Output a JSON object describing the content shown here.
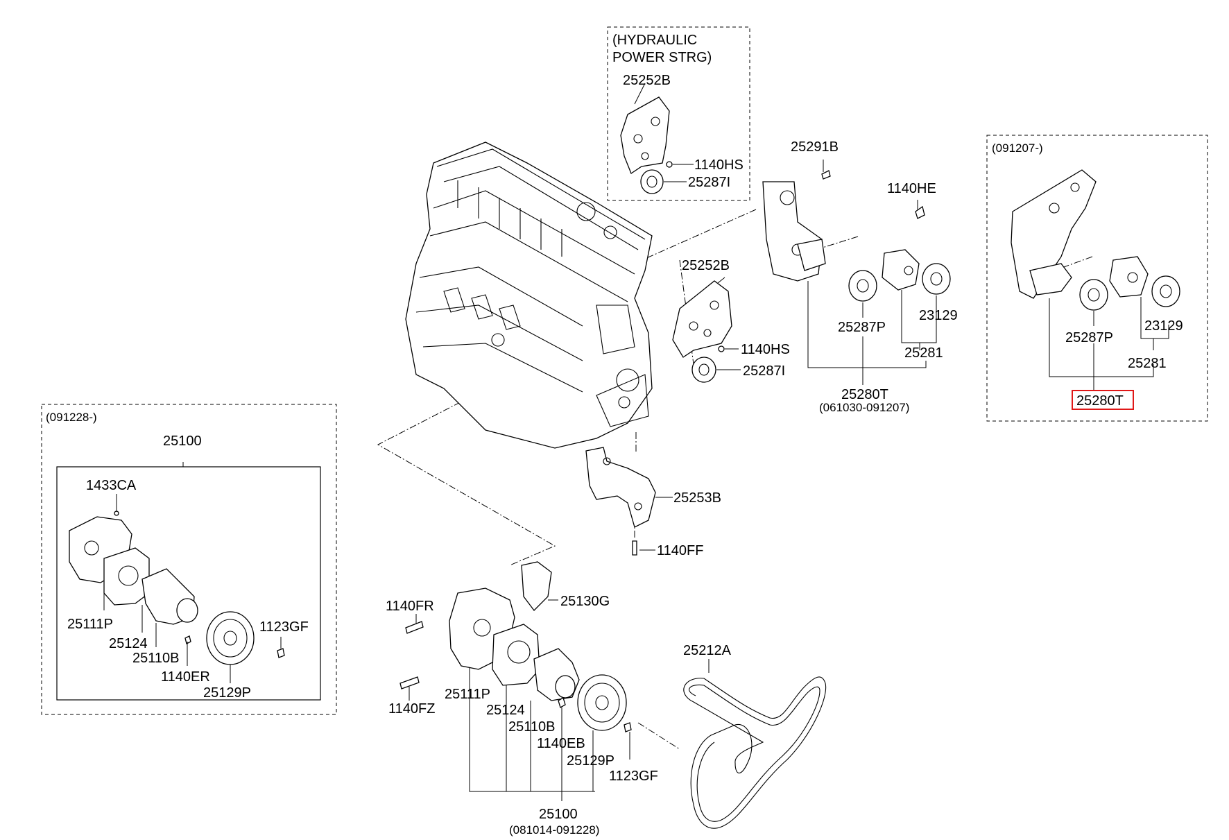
{
  "groups": {
    "power_steering": {
      "note": "(HYDRAULIC\nPOWER STRG)",
      "note_line1": "(HYDRAULIC",
      "note_line2": "POWER STRG)"
    },
    "water_pump_new": {
      "note": "(091228-)"
    },
    "tensioner_new": {
      "note": "(091207-)"
    }
  },
  "labels": {
    "bracket_ps": "25252B",
    "bolt_ps": "1140HS",
    "idler_ps": "25287I",
    "bolt_top": "25291B",
    "bolt_he": "1140HE",
    "bracket_mid": "25252B",
    "bolt_mid": "1140HS",
    "idler_mid": "25287I",
    "pulley_p_old": "25287P",
    "pulley_23129_old": "23129",
    "tensioner_25281_old": "25281",
    "assembly_old": "25280T",
    "assembly_old_range": "(061030-091207)",
    "pulley_p_new": "25287P",
    "pulley_23129_new": "23129",
    "tensioner_25281_new": "25281",
    "assembly_new": "25280T",
    "bracket_lower": "25253B",
    "bolt_ff": "1140FF",
    "wp_new_assembly": "25100",
    "wp_new_bolt": "1433CA",
    "wp_new_gasket": "25111P",
    "wp_new_impeller": "25124",
    "wp_new_body": "25110B",
    "wp_new_bolt_er": "1140ER",
    "wp_new_pulley": "25129P",
    "wp_new_bolt_gf": "1123GF",
    "bolt_fr": "1140FR",
    "gasket_130g": "25130G",
    "bolt_fz": "1140FZ",
    "wp_old_gasket": "25111P",
    "wp_old_impeller": "25124",
    "wp_old_body": "25110B",
    "wp_old_bolt_eb": "1140EB",
    "wp_old_pulley": "25129P",
    "wp_old_bolt_gf": "1123GF",
    "wp_old_assembly": "25100",
    "wp_old_range": "(081014-091228)",
    "belt": "25212A"
  },
  "highlight_color": "#e01818"
}
